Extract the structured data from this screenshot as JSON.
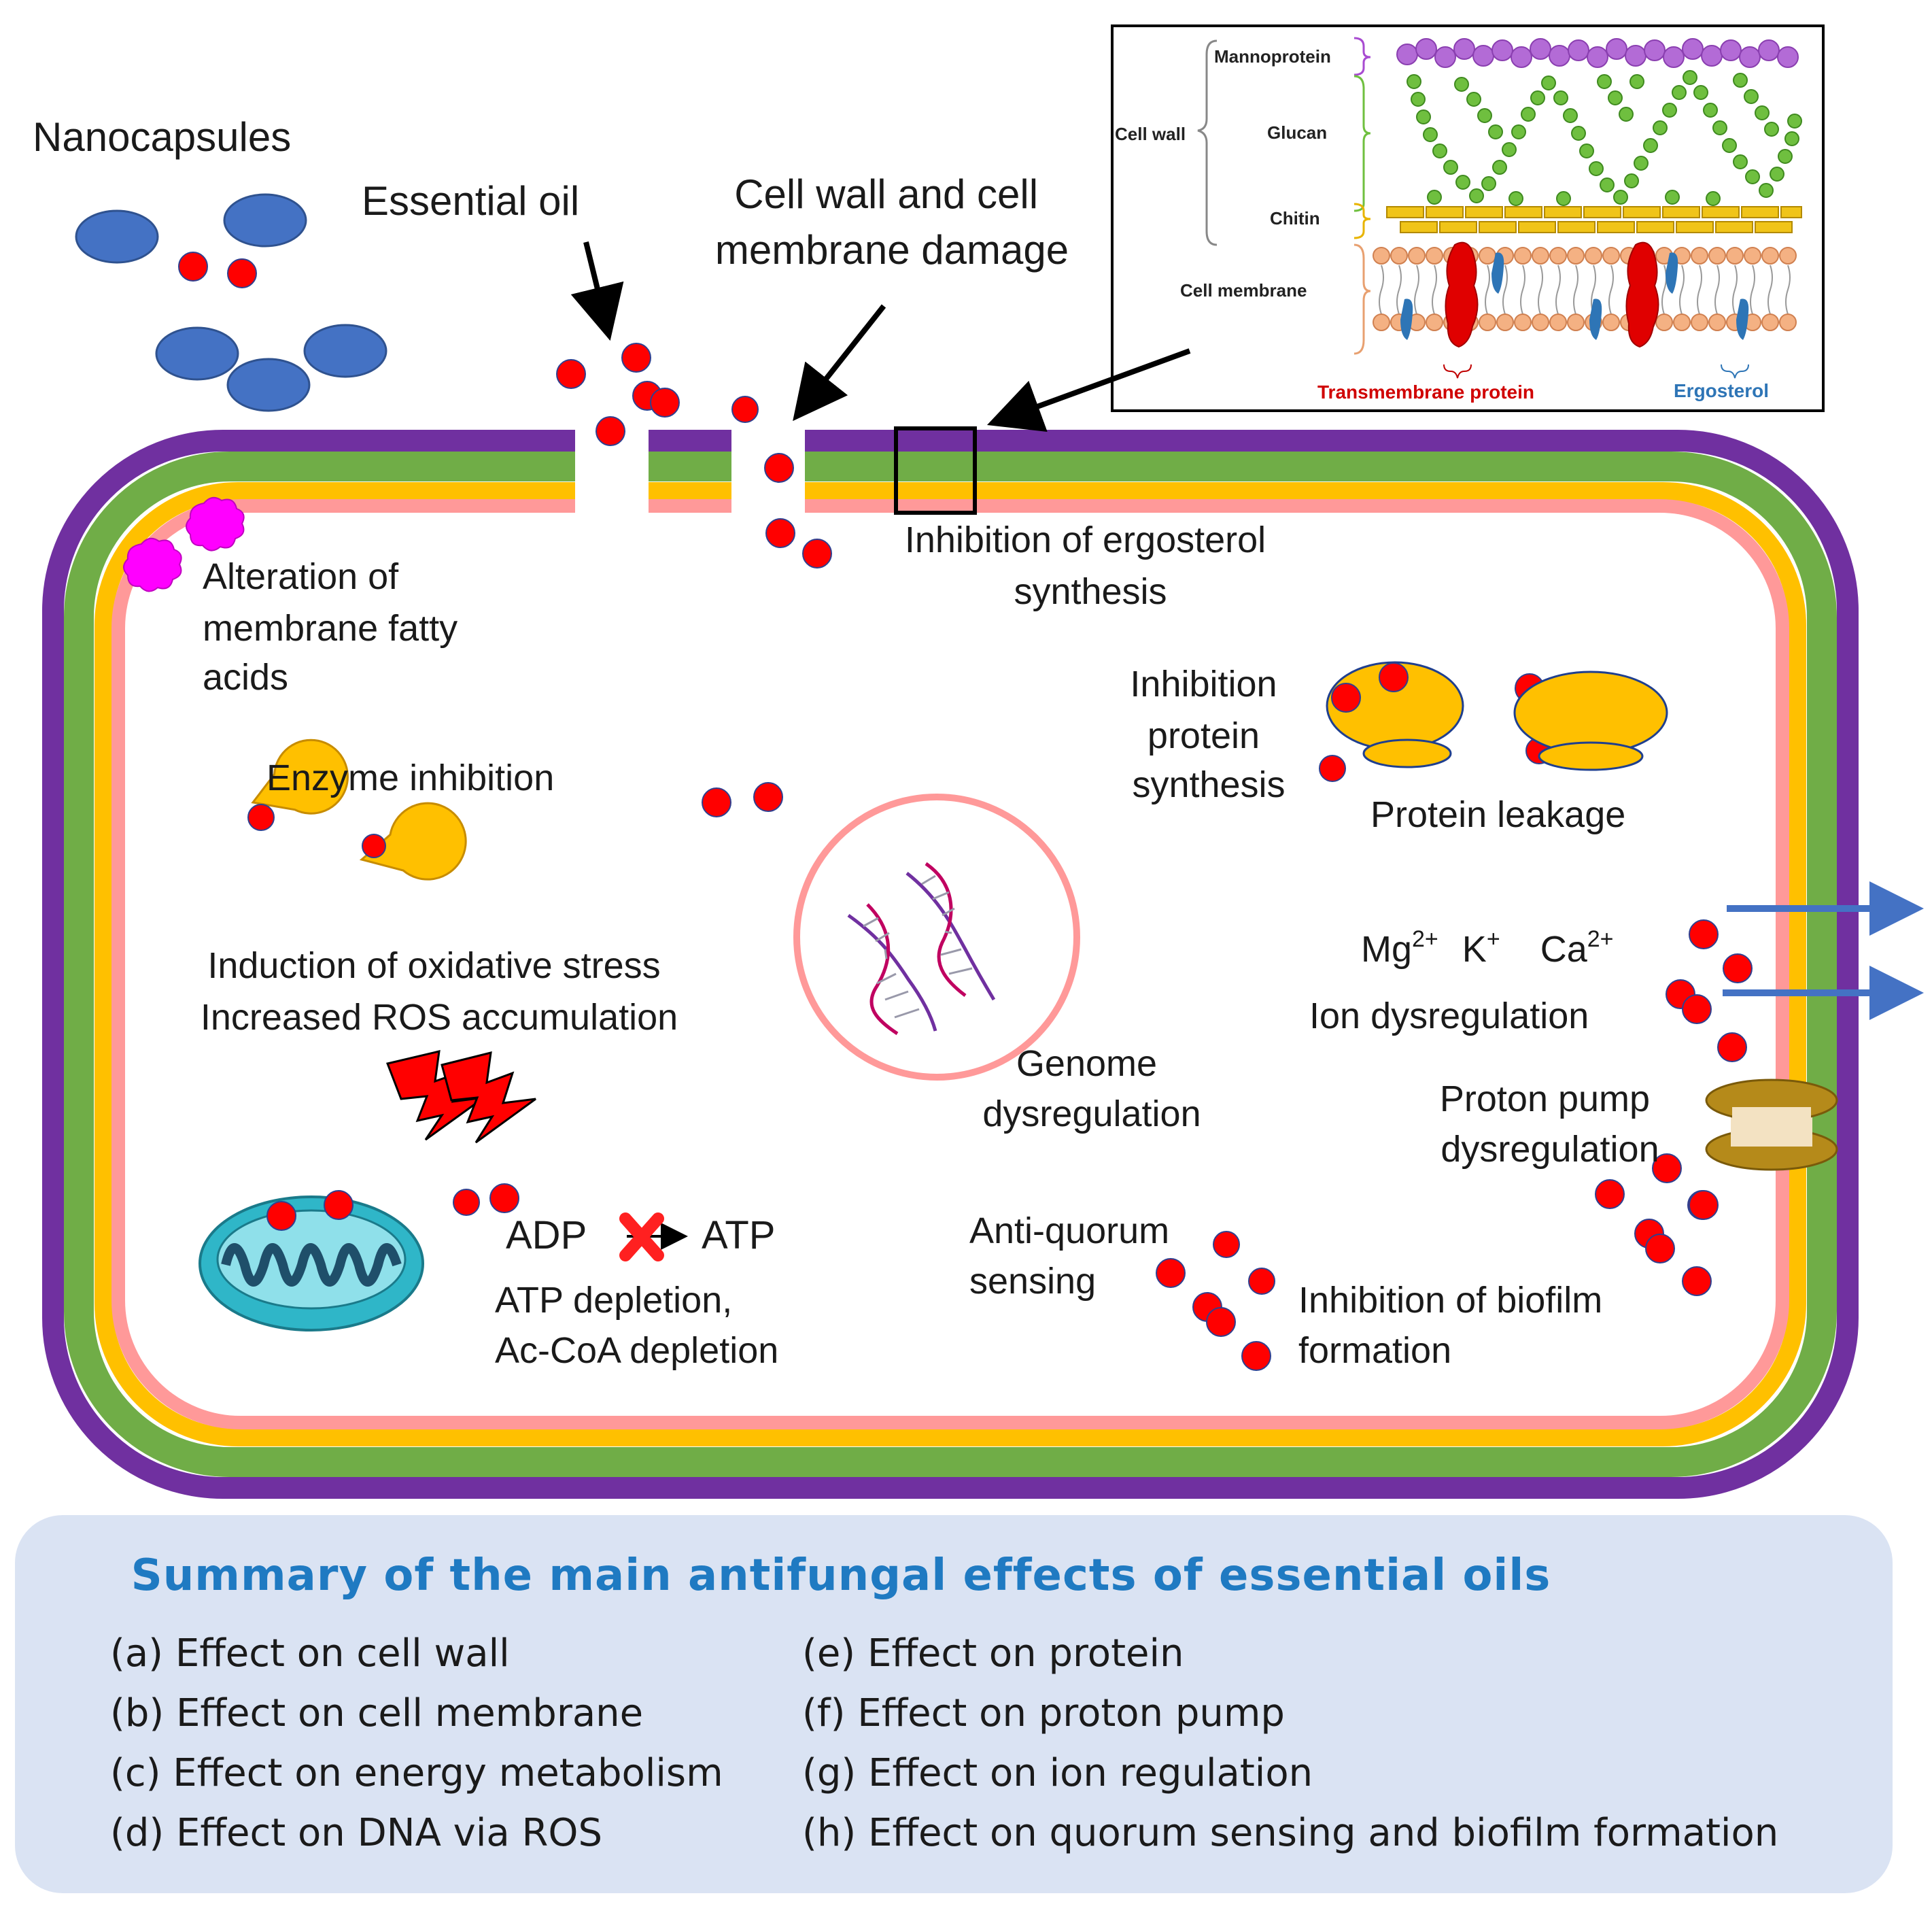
{
  "labels": {
    "nanocapsules": "Nanocapsules",
    "essential_oil": "Essential oil",
    "cell_wall_damage": [
      "Cell wall and cell",
      "membrane damage"
    ],
    "ergosterol_inhibition": [
      "Inhibition of ergosterol",
      "synthesis"
    ],
    "fatty_acids": [
      "Alteration of",
      "membrane fatty",
      "acids"
    ],
    "enzyme_inhibition": "Enzyme inhibition",
    "protein_synthesis": [
      "Inhibition",
      "protein",
      "synthesis"
    ],
    "protein_leakage": "Protein leakage",
    "oxidative_stress": [
      "Induction of oxidative stress",
      "Increased ROS accumulation"
    ],
    "ions": [
      "Mg",
      "2+",
      "K",
      "+",
      "Ca",
      "2+"
    ],
    "ion_dysregulation": "Ion dysregulation",
    "genome_dysregulation": [
      "Genome",
      "dysregulation"
    ],
    "proton_pump": [
      "Proton pump",
      "dysregulation"
    ],
    "adp": "ADP",
    "atp": "ATP",
    "atp_depletion": [
      "ATP depletion,",
      "Ac-CoA depletion"
    ],
    "anti_quorum": [
      "Anti-quorum",
      "sensing"
    ],
    "biofilm": [
      "Inhibition of biofilm",
      "formation"
    ]
  },
  "inset": {
    "mannoprotein": "Mannoprotein",
    "glucan": "Glucan",
    "chitin": "Chitin",
    "cell_wall": "Cell  wall",
    "cell_membrane": "Cell membrane",
    "transmembrane_protein": "Transmembrane  protein",
    "ergosterol": "Ergosterol"
  },
  "summary": {
    "title": "Summary  of the  main  antifungal  effects  of essential  oils",
    "left": [
      "(a) Effect on cell wall",
      "(b) Effect on cell membrane",
      "(c) Effect on energy metabolism",
      "(d) Effect on DNA  via ROS"
    ],
    "right": [
      "(e) Effect on protein",
      "(f)  Effect on proton pump",
      "(g) Effect on ion regulation",
      "(h) Effect on quorum  sensing and biofilm  formation"
    ]
  },
  "colors": {
    "outer_wall": "#7030a0",
    "green_layer": "#70ad47",
    "yellow_layer": "#ffc000",
    "membrane": "#ff9999",
    "nanocapsule": "#4472c4",
    "oil_droplet": "#ff0000",
    "summary_bg": "#dae3f3",
    "summary_title": "#1f7ac2",
    "transmembrane_protein": "#e00000",
    "ergosterol": "#2e75b6",
    "mannoprotein": "#b36bd6",
    "glucan": "#6fbf3f",
    "chitin": "#f0c419"
  }
}
